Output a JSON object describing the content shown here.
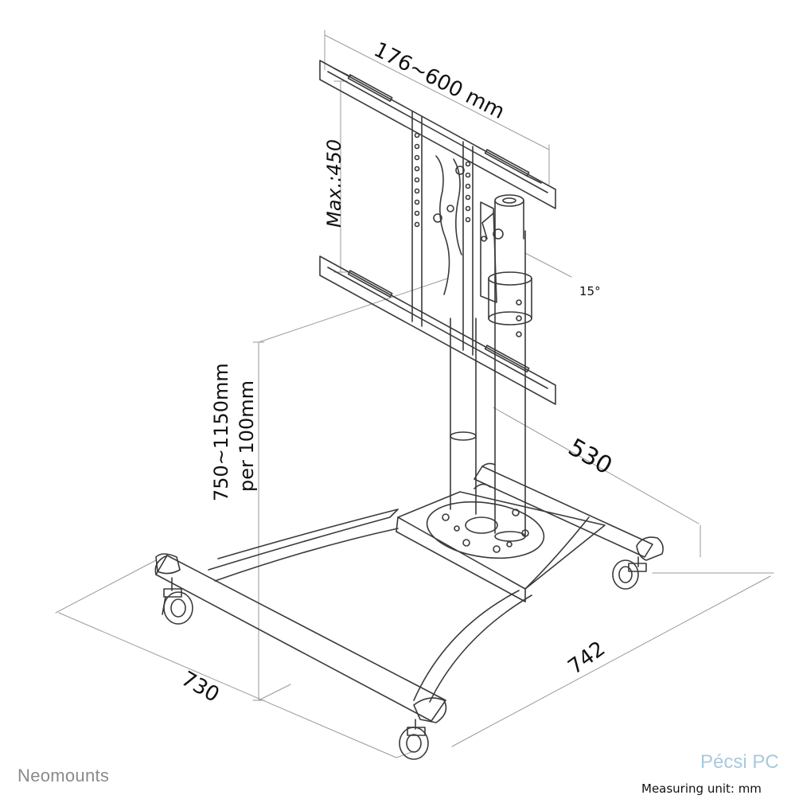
{
  "dimensions": {
    "vesa_width": "176~600 mm",
    "vesa_height": "Max.:450",
    "tilt": "15°",
    "height_range": "750~1150mm",
    "height_step": "per 100mm",
    "base_depth": "530",
    "base_width": "742",
    "base_left": "730"
  },
  "footer": {
    "brand": "Neomounts",
    "units": "Measuring unit: mm",
    "watermark": "Pécsi PC"
  },
  "colors": {
    "line": "#3a3a3a",
    "guide": "#9a9a9a",
    "brand": "#8a8a8a",
    "watermark": "#a9c9dc"
  }
}
